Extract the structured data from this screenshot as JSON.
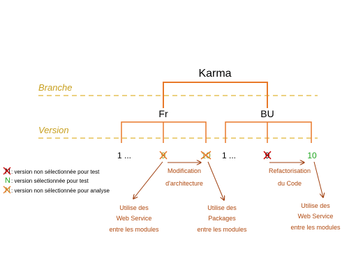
{
  "title": "Karma",
  "level_labels": {
    "branch": "Branche",
    "version": "Version"
  },
  "branches": {
    "fr": {
      "name": "Fr",
      "versions": {
        "first": "1 ...",
        "v9": "9",
        "v10": "10"
      }
    },
    "bu": {
      "name": "BU",
      "versions": {
        "first": "1 ...",
        "v9": "9",
        "v10": "10"
      }
    }
  },
  "transitions": {
    "fr": {
      "line1": "Modification",
      "line2": "d'architecture"
    },
    "bu": {
      "line1": "Refactorisation",
      "line2": "du Code"
    }
  },
  "notes": {
    "fr_v9": {
      "line1": "Utilise des",
      "line2": "Web Service",
      "line3": "entre les modules"
    },
    "fr_v10": {
      "line1": "Utilise des",
      "line2": "Packages",
      "line3": "entre les modules"
    },
    "bu_v10": {
      "line1": "Utilise des",
      "line2": "Web Service",
      "line3": "entre les modules"
    }
  },
  "legend": {
    "symbol": "N",
    "not_selected_test": ": version non sélectionnée pour test",
    "selected_test": ": version sélectionnée pour test",
    "not_selected_analysis": ": version non sélectionnée pour analyse"
  },
  "colors": {
    "tree": "#e8792a",
    "guide": "#d9a300",
    "level_label": "#c8a020",
    "cross_red": "#cc0000",
    "cross_orange": "#e8792a",
    "version_olive": "#8aa32a",
    "selected_green": "#1fa61f",
    "note_text": "#b04a10",
    "arrow": "#a04010",
    "text": "#000000"
  }
}
